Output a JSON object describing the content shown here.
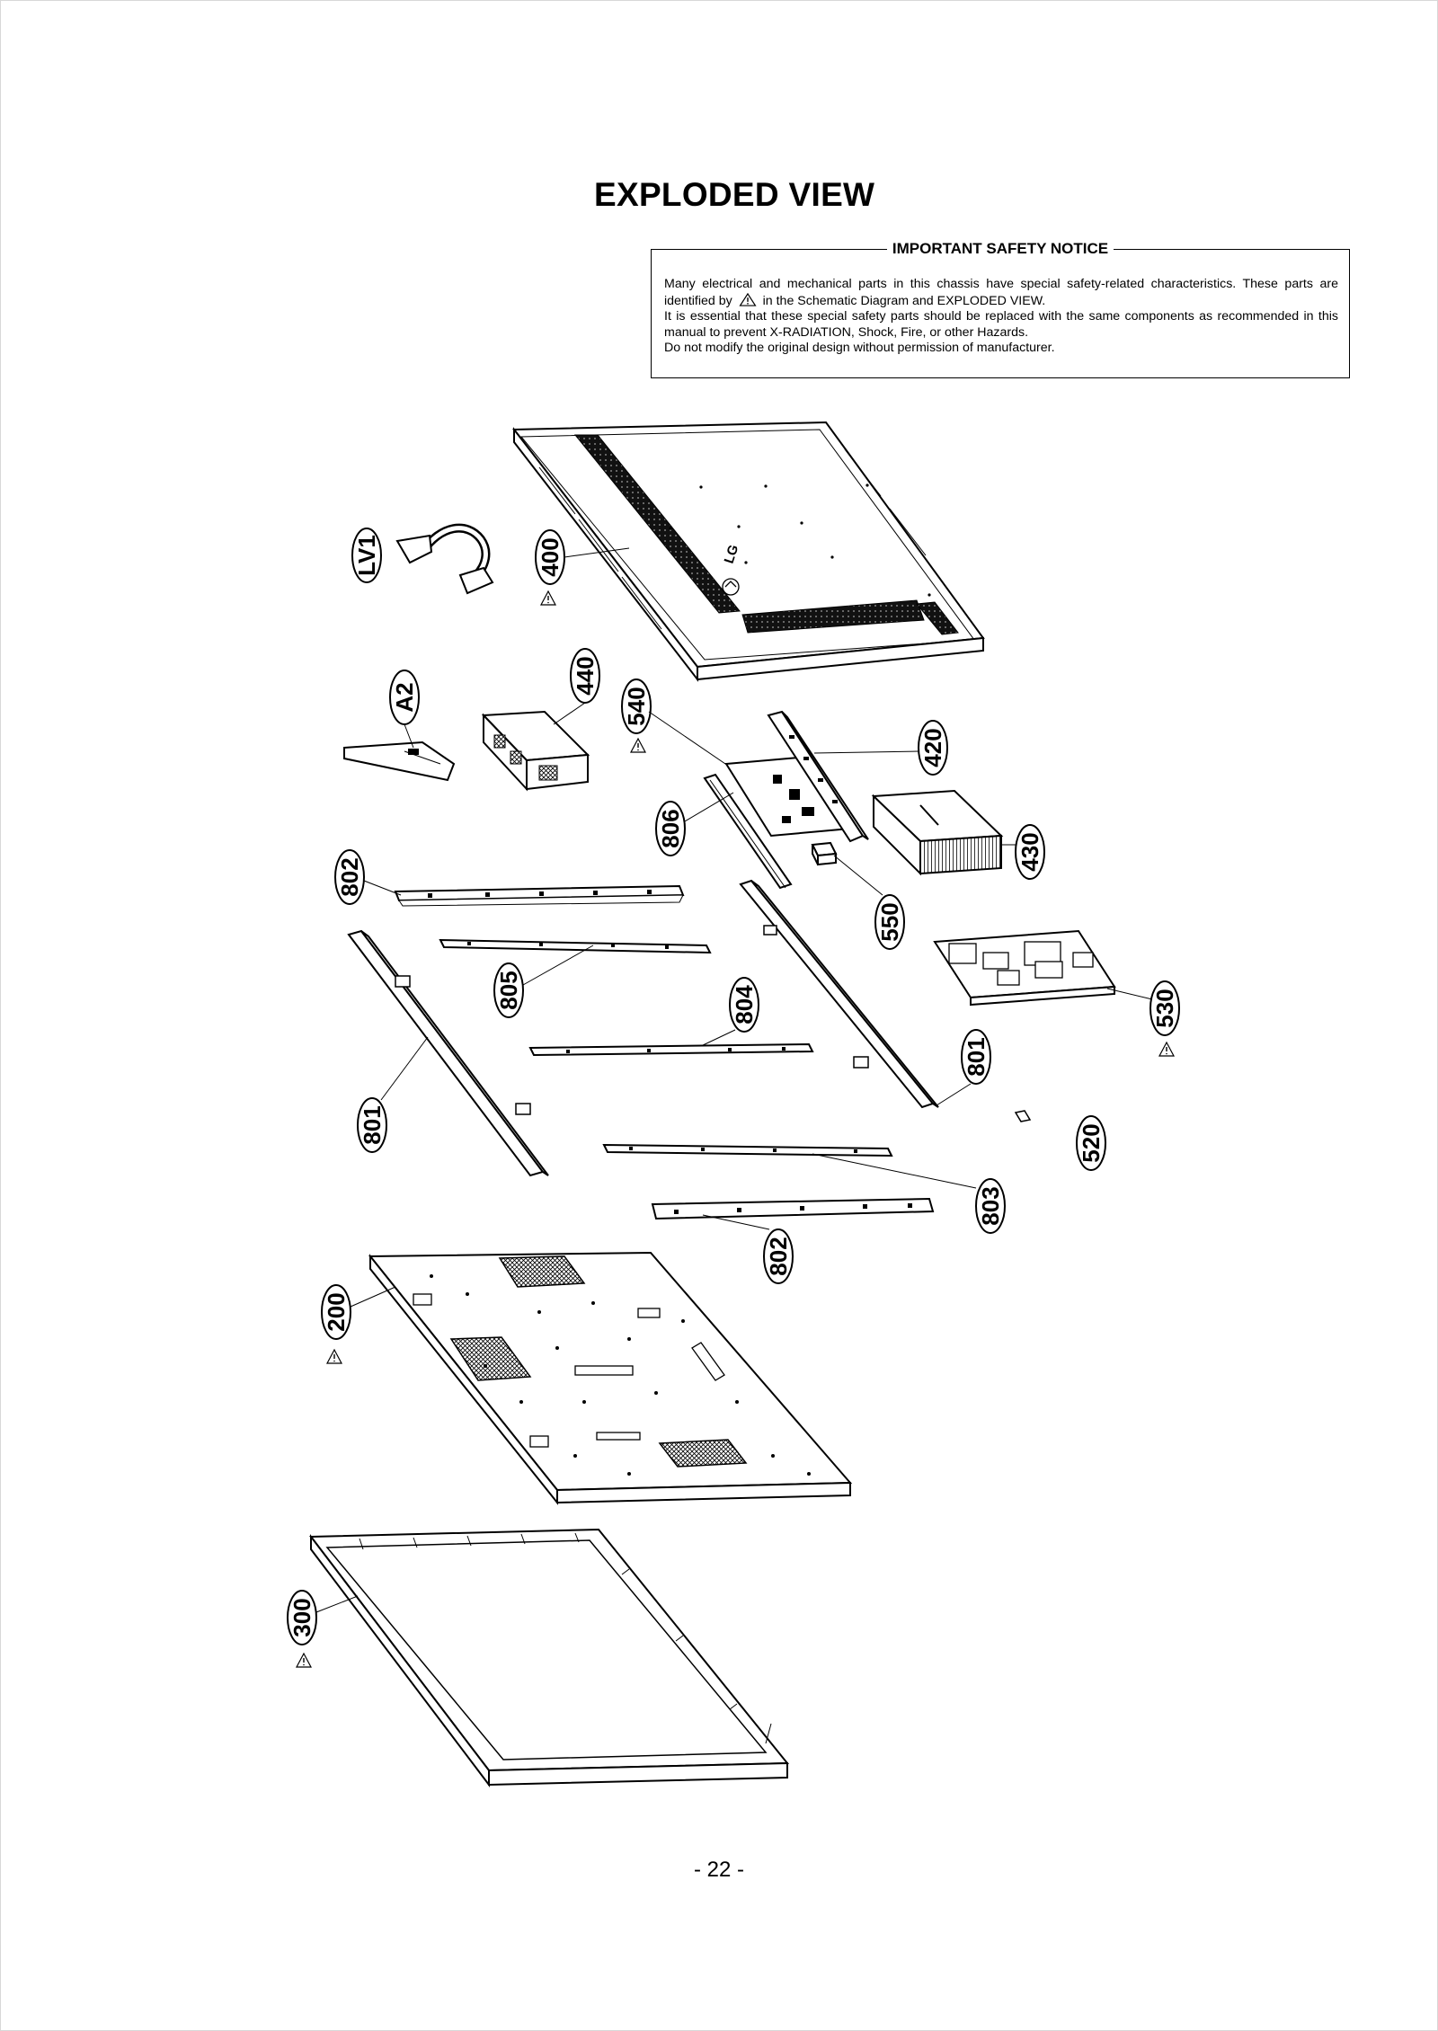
{
  "title": "EXPLODED VIEW",
  "notice": {
    "heading": "IMPORTANT SAFETY NOTICE",
    "line1_before": "Many electrical and mechanical parts in this chassis have special safety-related characteristics. These parts are identified by",
    "line1_after": "in the Schematic Diagram and EXPLODED VIEW.",
    "line2": "It is essential that these special safety parts should be replaced with the same components as recommended in this manual to prevent X-RADIATION, Shock, Fire, or other Hazards.",
    "line3": "Do not modify the original design without permission of manufacturer."
  },
  "back_cover_logo": "LG",
  "callouts": {
    "lv1": "LV1",
    "p400": "400",
    "a2": "A2",
    "p440": "440",
    "p540": "540",
    "p420": "420",
    "p806": "806",
    "p430": "430",
    "p802_top": "802",
    "p550": "550",
    "p805": "805",
    "p530": "530",
    "p804": "804",
    "p801_right": "801",
    "p801_left": "801",
    "p520": "520",
    "p803": "803",
    "p802_bottom": "802",
    "p200": "200",
    "p300": "300"
  },
  "safety_marked_parts": [
    "400",
    "540",
    "530",
    "200",
    "300"
  ],
  "page_number": "- 22 -"
}
